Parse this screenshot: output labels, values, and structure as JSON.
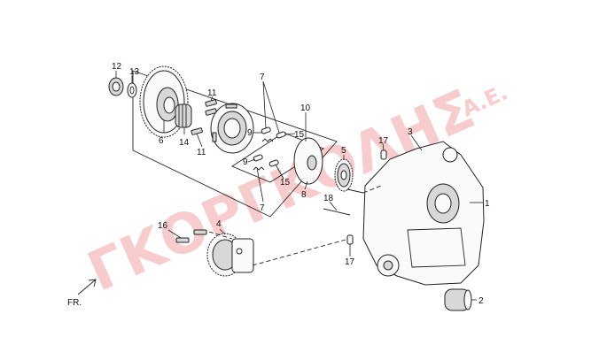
{
  "watermark": {
    "main": "ΓΚΟΡΓΚΟΛΗΣ",
    "suffix": "Α.Ε."
  },
  "direction_label": "FR.",
  "callouts": {
    "c1": "1",
    "c2": "2",
    "c3": "3",
    "c4": "4",
    "c5": "5",
    "c6": "6",
    "c7a": "7",
    "c7b": "7",
    "c8": "8",
    "c9a": "9",
    "c9b": "9",
    "c10": "10",
    "c11a": "11",
    "c11b": "11",
    "c12": "12",
    "c13": "13",
    "c14": "14",
    "c15a": "15",
    "c15b": "15",
    "c16": "16",
    "c17a": "17",
    "c17b": "17",
    "c18": "18"
  },
  "colors": {
    "watermark": "#f3a3a3",
    "line": "#222222"
  }
}
